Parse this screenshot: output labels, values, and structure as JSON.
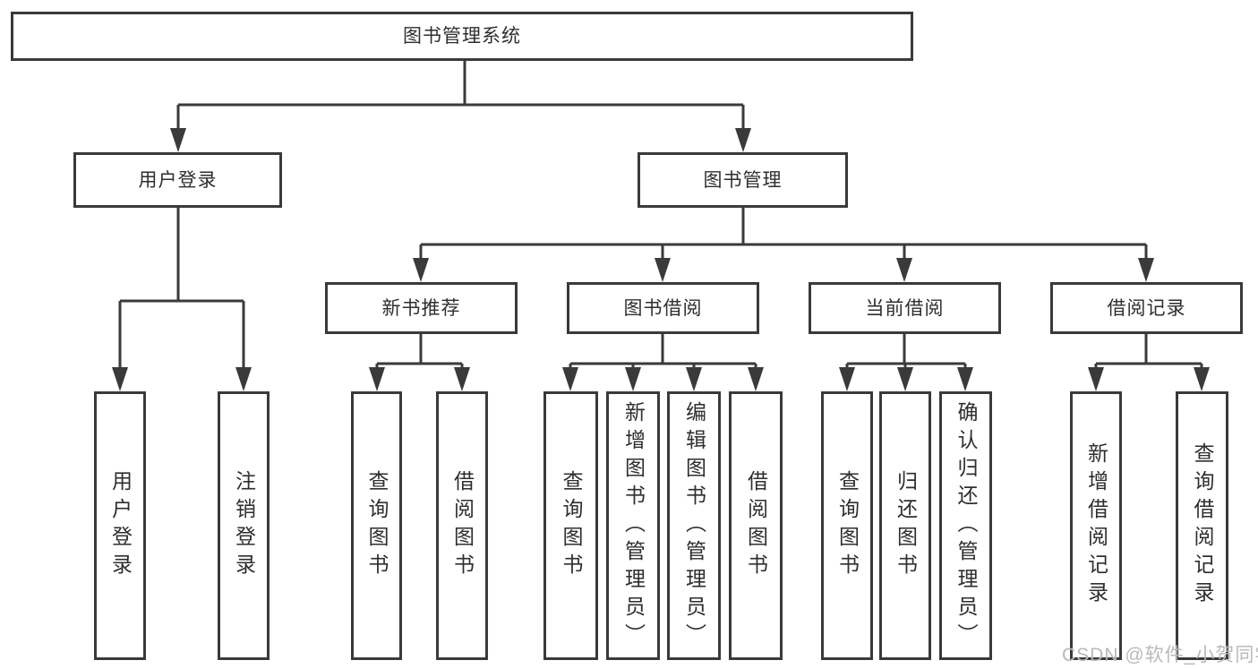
{
  "diagram": {
    "root": "图书管理系统",
    "level2": {
      "user_login": "用户登录",
      "book_management": "图书管理"
    },
    "level3": {
      "new_book_recommend": "新书推荐",
      "book_borrow": "图书借阅",
      "current_borrow": "当前借阅",
      "borrow_records": "借阅记录"
    },
    "leaves": {
      "user_login": [
        "用户登录",
        "注销登录"
      ],
      "new_book_recommend": [
        "查询图书",
        "借阅图书"
      ],
      "book_borrow": [
        "查询图书",
        "新增图书（管理员）",
        "编辑图书（管理员）",
        "借阅图书"
      ],
      "current_borrow": [
        "查询图书",
        "归还图书",
        "确认归还（管理员）"
      ],
      "borrow_records": [
        "新增借阅记录",
        "查询借阅记录"
      ]
    }
  },
  "watermark": {
    "text": "CSDN @软件_小贺同学",
    "color": "#b9b9b9"
  },
  "colors": {
    "line": "#3a3a3a",
    "text": "#2e2e2e",
    "background": "#ffffff"
  }
}
